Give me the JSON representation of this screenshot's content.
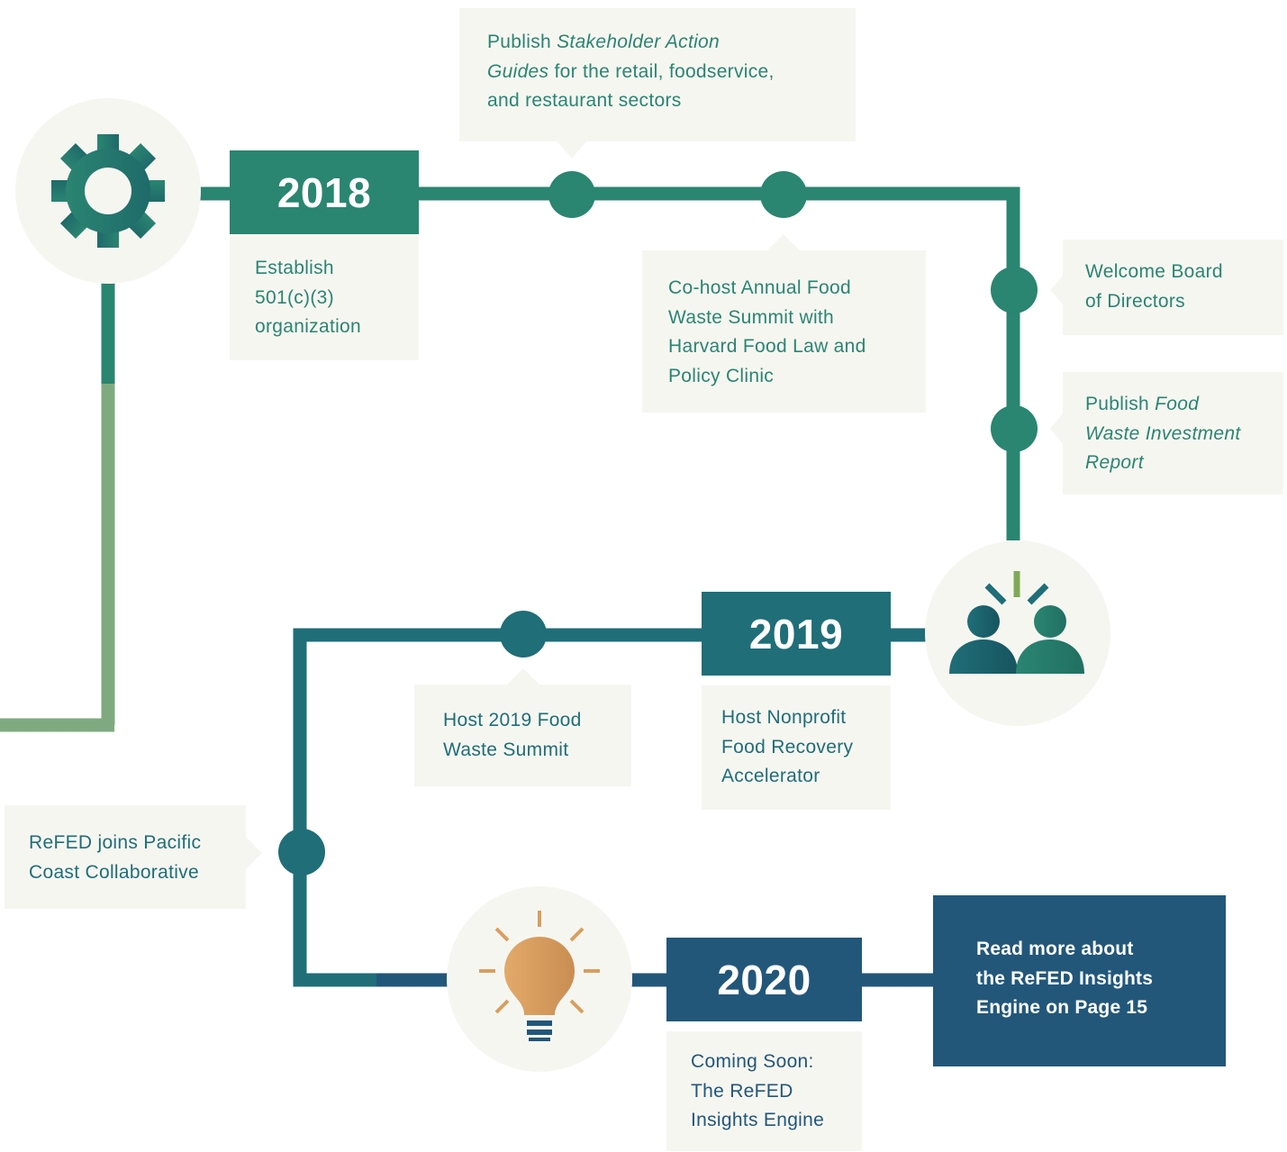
{
  "colors": {
    "green": "#2a8571",
    "teal": "#1f6e78",
    "navy": "#22577a",
    "sage": "#7faa80",
    "box_bg": "#f6f6f1",
    "bulb_orange": "#d99e5e"
  },
  "icons": {
    "gear": "gear-icon",
    "people": "people-icon",
    "bulb": "lightbulb-icon"
  },
  "years": [
    "2018",
    "2019",
    "2020"
  ],
  "milestones": {
    "y2018_establish": [
      "Establish",
      "501(c)(3)",
      "organization"
    ],
    "stakeholder_guides": {
      "line1_pre": "Publish ",
      "line1_em": "Stakeholder Action",
      "line2_em": "Guides",
      "line2_post": " for the retail, foodservice,",
      "line3": "and restaurant sectors"
    },
    "summit_harvard": [
      "Co-host Annual Food",
      "Waste Summit with",
      "Harvard Food Law and",
      "Policy Clinic"
    ],
    "board": [
      "Welcome Board",
      "of Directors"
    ],
    "investment_report": {
      "line1_pre": "Publish ",
      "line1_em": "Food",
      "line2_em": "Waste Investment",
      "line3_em": "Report"
    },
    "accelerator": [
      "Host Nonprofit",
      "Food Recovery",
      "Accelerator"
    ],
    "summit_2019": [
      "Host 2019 Food",
      "Waste Summit"
    ],
    "pcc": [
      "ReFED joins Pacific",
      "Coast Collaborative"
    ],
    "insights_soon": [
      "Coming Soon:",
      "The ReFED",
      "Insights Engine"
    ]
  },
  "cta": [
    "Read more about",
    "the ReFED Insights",
    "Engine on Page 15"
  ]
}
